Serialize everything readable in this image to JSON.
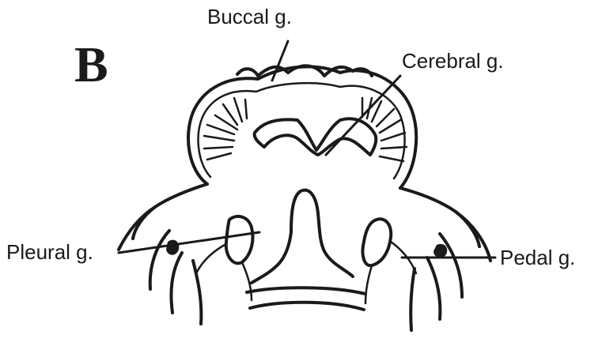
{
  "figure": {
    "panel_letter": "B",
    "labels": {
      "buccal": "Buccal g.",
      "cerebral": "Cerebral g.",
      "pleural": "Pleural g.",
      "pedal": "Pedal g."
    }
  }
}
